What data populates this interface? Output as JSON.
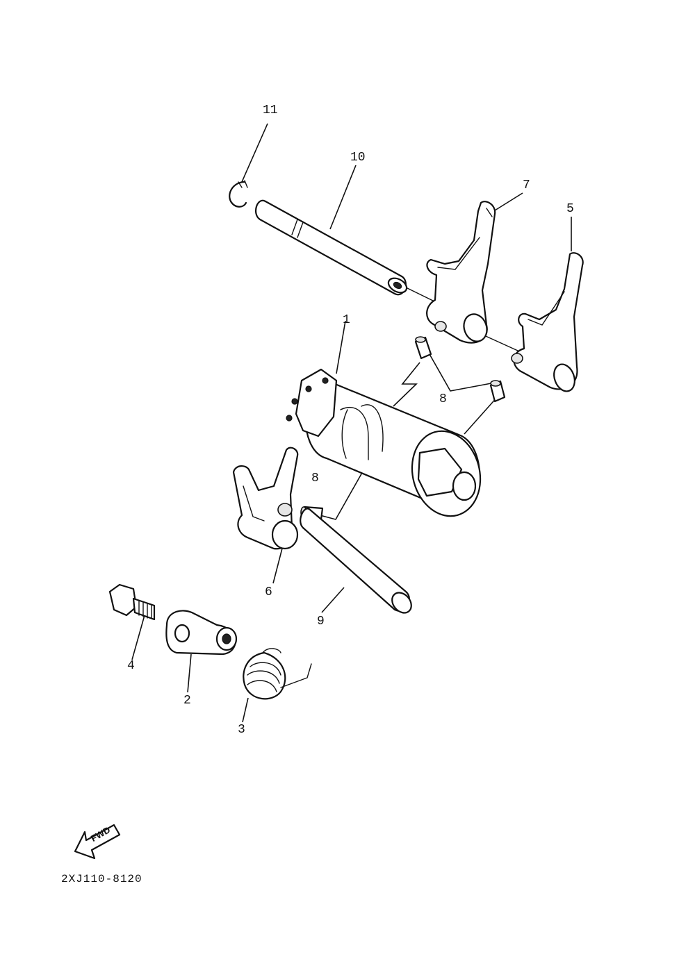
{
  "callouts": {
    "c1": "1",
    "c2": "2",
    "c3": "3",
    "c4": "4",
    "c5": "5",
    "c6": "6",
    "c7": "7",
    "c8a": "8",
    "c8b": "8",
    "c9": "9",
    "c10": "10",
    "c11": "11"
  },
  "fwd_label": "FWD",
  "diagram_code": "2XJ110-8120"
}
